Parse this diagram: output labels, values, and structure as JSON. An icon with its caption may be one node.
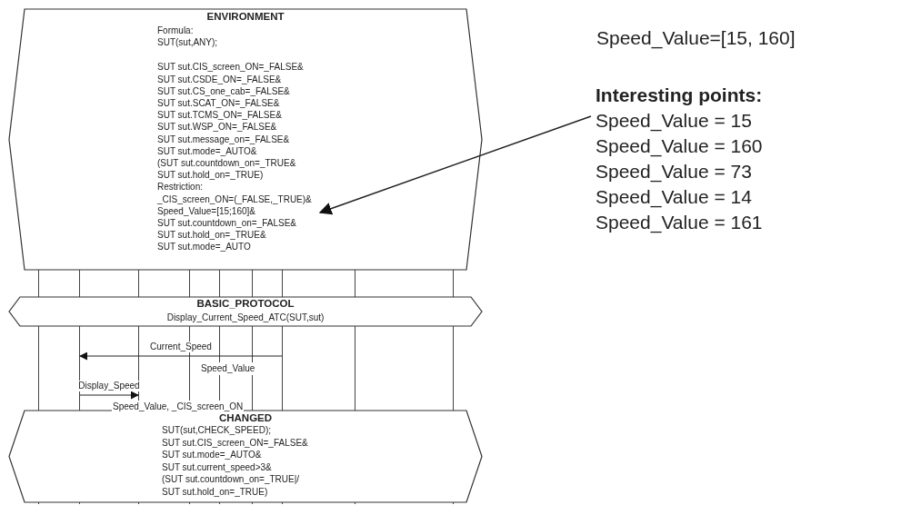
{
  "diagram": {
    "nodes": [
      {
        "text": [
          "ENVIRONMENT",
          "Formula:",
          "SUT(sut,ANY);",
          "SUT sut.CIS_screen_ON=_FALSE&",
          "SUT sut.CSDE_ON=_FALSE&",
          "SUT sut.CS_one_cab=_FALSE&",
          "SUT sut.SCAT_ON=_FALSE&",
          "SUT sut.TCMS_ON=_FALSE&",
          "SUT sut.WSP_ON=_FALSE&",
          "SUT sut.message_on=_FALSE&",
          "SUT sut.mode=_AUTO&",
          "(SUT sut.countdown_on=_TRUE&",
          "SUT sut.hold_on=_TRUE)",
          "Restriction:",
          "_CIS_screen_ON=(_FALSE,_TRUE)&",
          "Speed_Value=[15;160]&",
          "SUT sut.countdown_on=_FALSE&",
          "SUT sut.hold_on=_TRUE&",
          "SUT sut.mode=_AUTO"
        ]
      },
      {
        "text": [
          "Interesting points:",
          "Speed_Value = 15",
          "Speed_Value = 160",
          "Speed_Value = 73",
          "Speed_Value = 14",
          "Speed_Value = 161"
        ]
      },
      {
        "text": [
          "BASIC_PROTOCOL",
          "Display_Current_Speed_ATC(SUT,sut)"
        ]
      },
      {
        "text": [
          "CHANGED",
          "SUT(sut,CHECK_SPEED);",
          "SUT sut.CIS_screen_ON=_FALSE&",
          "SUT sut.mode=_AUTO&",
          "SUT sut.current_speed>3&",
          "(SUT sut.countdown_on=_TRUE|/",
          "SUT sut.hold_on=_TRUE)"
        ]
      },
      {
        "text": [],
        "shape": "line"
      },
      {
        "text": [],
        "shape": "line"
      },
      {
        "text": [],
        "shape": "line"
      },
      {
        "text": [],
        "shape": "line"
      },
      {
        "text": [],
        "shape": "line"
      },
      {
        "text": [],
        "shape": "line"
      },
      {
        "text": [],
        "shape": "line"
      },
      {
        "text": [],
        "shape": "line"
      },
      {
        "text": [],
        "shape": "line"
      }
    ],
    "edges": [
      {
        "from": 1,
        "to": 0,
        "arrow": "to"
      },
      {
        "from": 10,
        "to": 5,
        "arrow": "to",
        "label": "Current_Speed"
      },
      {
        "from": 5,
        "to": 6,
        "arrow": "to",
        "label": "Display_Speed"
      }
    ],
    "labels": [
      "Speed_Value=[15, 160]",
      "Speed_Value",
      "Speed_Value, _CIS_screen_ON"
    ]
  }
}
